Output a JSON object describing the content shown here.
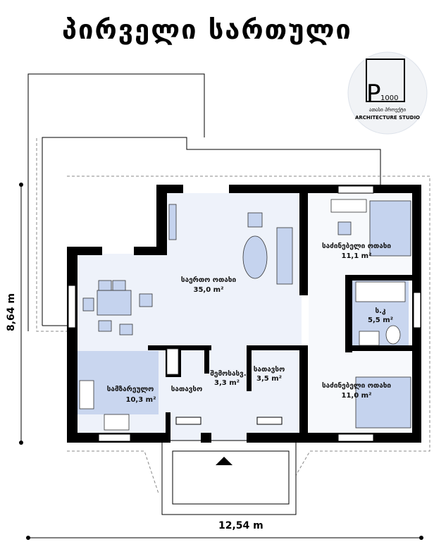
{
  "title": "პირველი სართული",
  "logo": {
    "name_ka": "ათასი პროექტი",
    "brand_number": "1000",
    "brand_letter": "P",
    "subtitle": "ARCHITECTURE STUDIO"
  },
  "dimensions": {
    "width": "12,54 m",
    "depth": "8,64 m"
  },
  "rooms": [
    {
      "name": "საერთო ოთახი",
      "area": "35,0 m²"
    },
    {
      "name": "საძინებელი ოთახი",
      "area": "11,1 m²"
    },
    {
      "name": "ს.კ",
      "area": "5,5 m²"
    },
    {
      "name": "საძინებელი ოთახი",
      "area": "11,0 m²"
    },
    {
      "name": "სამზარეულო",
      "area": "10,3 m²"
    },
    {
      "name": "სათავსო",
      "area": ""
    },
    {
      "name": "შემოსასვ.",
      "area": "3,3 m²"
    },
    {
      "name": "სათავსო",
      "area": "3,5 m²"
    }
  ],
  "colors": {
    "wall": "#000000",
    "floor": "#eef2fa",
    "wet": "#c9d6ef",
    "furniture": "#c5d3ee"
  }
}
